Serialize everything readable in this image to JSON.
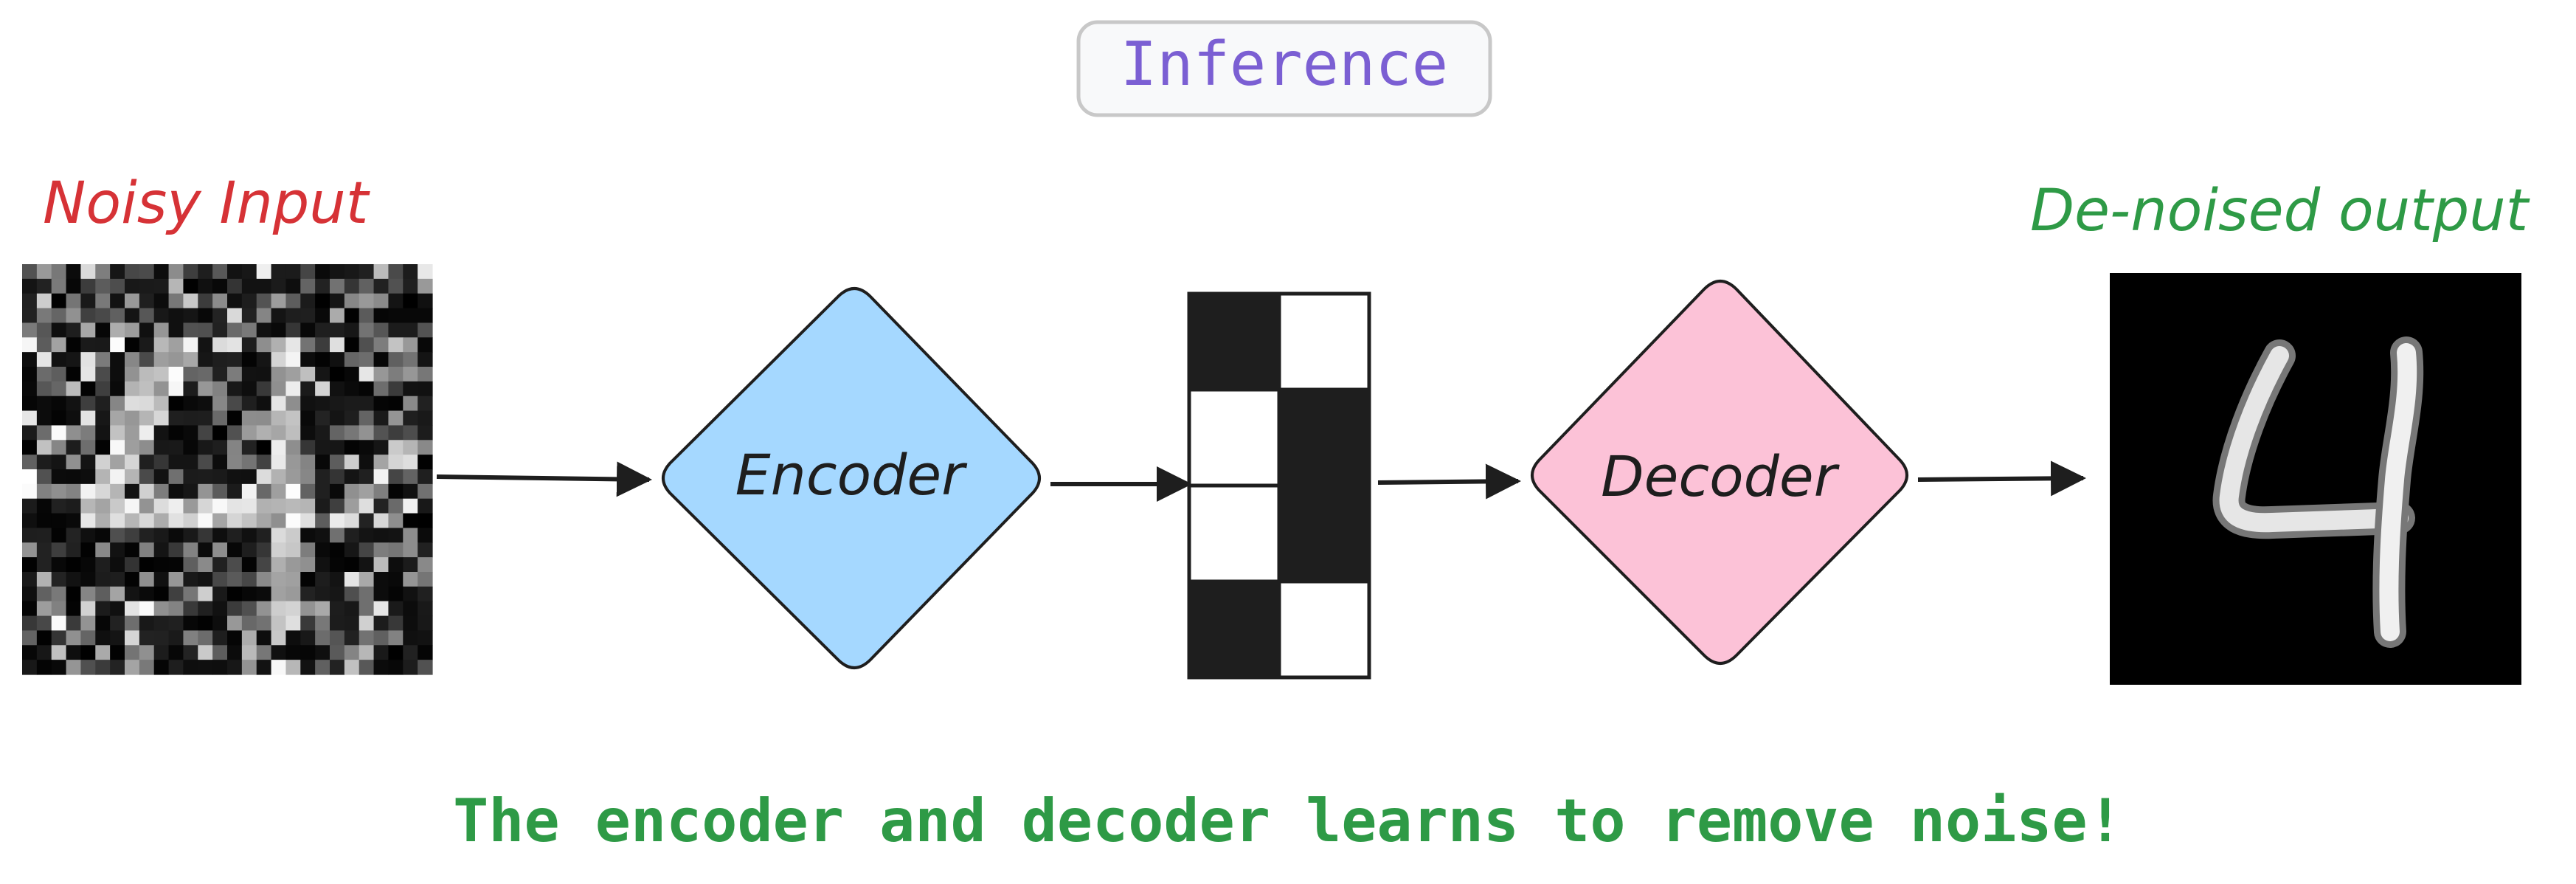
{
  "title": "Inference",
  "labels": {
    "noisy_input": "Noisy Input",
    "denoised_output": "De-noised output",
    "encoder": "Encoder",
    "decoder": "Decoder",
    "caption": "The encoder and decoder learns to remove noise!"
  },
  "colors": {
    "title_text": "#7b5fd3",
    "title_border": "#c8c8c8",
    "noisy_label": "#d63236",
    "output_label": "#2e9a46",
    "caption": "#2e9a46",
    "encoder_fill": "#a5d8ff",
    "decoder_fill": "#fcc2d7",
    "stroke": "#1e1e1e",
    "latent_dark": "#1e1e1e",
    "latent_light": "#ffffff"
  },
  "latent_code": [
    [
      1,
      0
    ],
    [
      0,
      1
    ],
    [
      0,
      1
    ],
    [
      1,
      0
    ]
  ]
}
